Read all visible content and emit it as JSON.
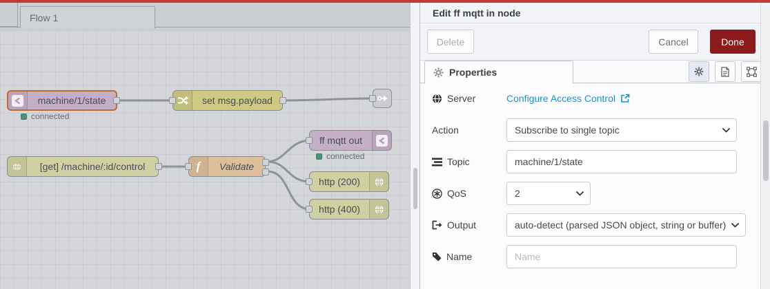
{
  "colors": {
    "top_bar": "#c23b31",
    "done_button": "#8c1a1a",
    "link_blue": "#1495d3",
    "status_green": "#4c9274",
    "node_mqtt": "#c5afc8",
    "node_change": "#cfc982",
    "node_http": "#d0d1a2",
    "node_function": "#debf9c",
    "selected_border": "#c4682f"
  },
  "workspace": {
    "tab": {
      "label": "Flow 1"
    },
    "nodes": [
      {
        "label": "machine/1/state",
        "type": "mqtt in",
        "status": "connected"
      },
      {
        "label": "set msg.payload",
        "type": "change"
      },
      {
        "label": "",
        "type": "link out"
      },
      {
        "label": "[get] /machine/:id/control",
        "type": "http in"
      },
      {
        "label": "Validate",
        "type": "function"
      },
      {
        "label": "ff mqtt out",
        "type": "mqtt out",
        "status": "connected"
      },
      {
        "label": "http (200)",
        "type": "http response"
      },
      {
        "label": "http (400)",
        "type": "http response"
      }
    ]
  },
  "panel": {
    "title": "Edit ff mqtt in node",
    "buttons": {
      "delete": "Delete",
      "cancel": "Cancel",
      "done": "Done"
    },
    "tab": {
      "label": "Properties"
    },
    "fields": {
      "server": {
        "label": "Server",
        "link": "Configure Access Control"
      },
      "action": {
        "label": "Action",
        "value": "Subscribe to single topic"
      },
      "topic": {
        "label": "Topic",
        "value": "machine/1/state"
      },
      "qos": {
        "label": "QoS",
        "value": "2"
      },
      "output": {
        "label": "Output",
        "value": "auto-detect (parsed JSON object, string or buffer)"
      },
      "name": {
        "label": "Name",
        "placeholder": "Name"
      }
    }
  }
}
